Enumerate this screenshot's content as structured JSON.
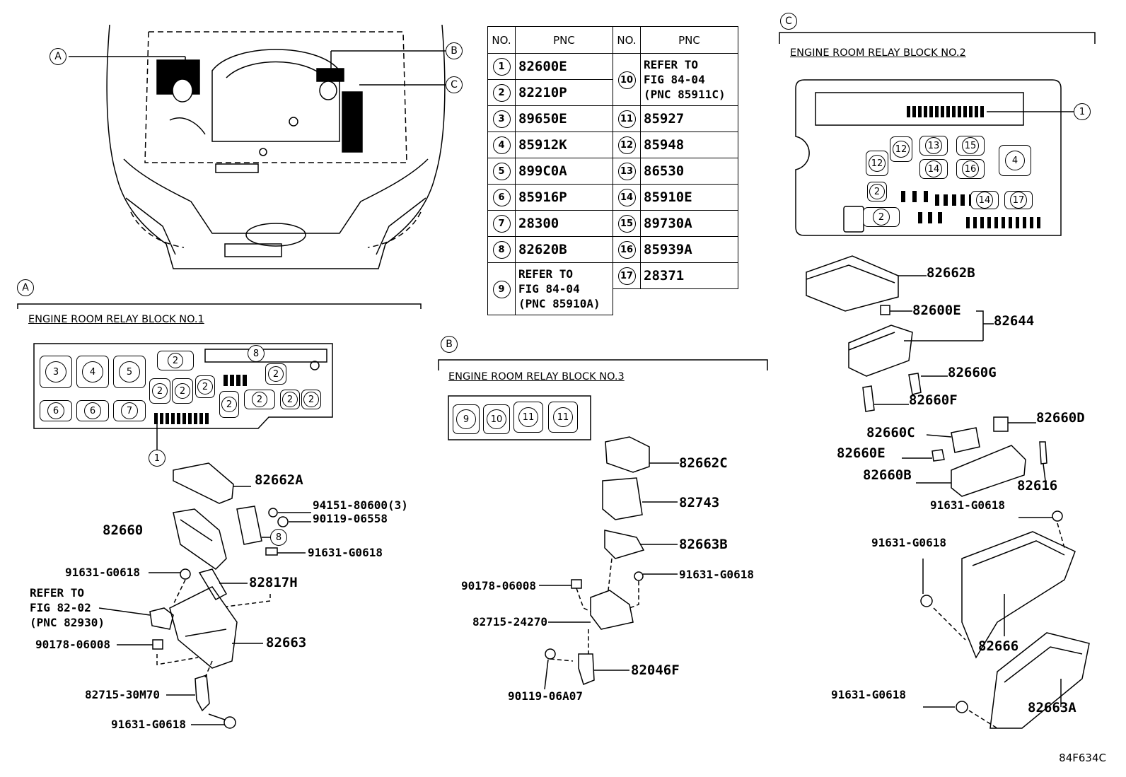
{
  "figure_code": "84F634C",
  "view_callouts": [
    "A",
    "B",
    "C"
  ],
  "table": {
    "header_no": "NO.",
    "header_pnc": "PNC",
    "left_rows": [
      {
        "no": "1",
        "pnc": "82600E"
      },
      {
        "no": "2",
        "pnc": "82210P"
      },
      {
        "no": "3",
        "pnc": "89650E"
      },
      {
        "no": "4",
        "pnc": "85912K"
      },
      {
        "no": "5",
        "pnc": "899C0A"
      },
      {
        "no": "6",
        "pnc": "85916P"
      },
      {
        "no": "7",
        "pnc": "28300"
      },
      {
        "no": "8",
        "pnc": "82620B"
      },
      {
        "no": "9",
        "pnc_lines": [
          "REFER TO",
          "FIG 84-04",
          "(PNC 85910A)"
        ]
      }
    ],
    "right_rows": [
      {
        "no": "10",
        "pnc_lines": [
          "REFER TO",
          "FIG 84-04",
          "(PNC 85911C)"
        ]
      },
      {
        "no": "11",
        "pnc": "85927"
      },
      {
        "no": "12",
        "pnc": "85948"
      },
      {
        "no": "13",
        "pnc": "86530"
      },
      {
        "no": "14",
        "pnc": "85910E"
      },
      {
        "no": "15",
        "pnc": "89730A"
      },
      {
        "no": "16",
        "pnc": "85939A"
      },
      {
        "no": "17",
        "pnc": "28371"
      }
    ]
  },
  "section_a": {
    "callout": "A",
    "title": "ENGINE ROOM RELAY BLOCK NO.1",
    "parts": {
      "p1": "82662A",
      "p2": "94151-80600(3)",
      "p3": "90119-06558",
      "p4": "82660",
      "p5": "91631-G0618",
      "p6": "91631-G0618",
      "p7": "82817H",
      "refer": [
        "REFER TO",
        "FIG 82-02",
        "(PNC 82930)"
      ],
      "p8": "90178-06008",
      "p9": "82663",
      "p10": "82715-30M70",
      "p11": "91631-G0618"
    }
  },
  "section_b": {
    "callout": "B",
    "title": "ENGINE ROOM RELAY BLOCK NO.3",
    "parts": {
      "p1": "82662C",
      "p2": "82743",
      "p3": "82663B",
      "p4": "91631-G0618",
      "p5": "90178-06008",
      "p6": "82715-24270",
      "p7": "82046F",
      "p8": "90119-06A07"
    }
  },
  "section_c": {
    "callout": "C",
    "title": "ENGINE ROOM RELAY BLOCK NO.2",
    "parts": {
      "p1": "82662B",
      "p2": "82600E",
      "p3": "82644",
      "p4": "82660G",
      "p5": "82660F",
      "p6": "82660D",
      "p7": "82660C",
      "p8": "82660E",
      "p9": "82660B",
      "p10": "82616",
      "p11": "91631-G0618",
      "p12": "91631-G0618",
      "p13": "82666",
      "p14": "91631-G0618",
      "p15": "82663A"
    }
  }
}
